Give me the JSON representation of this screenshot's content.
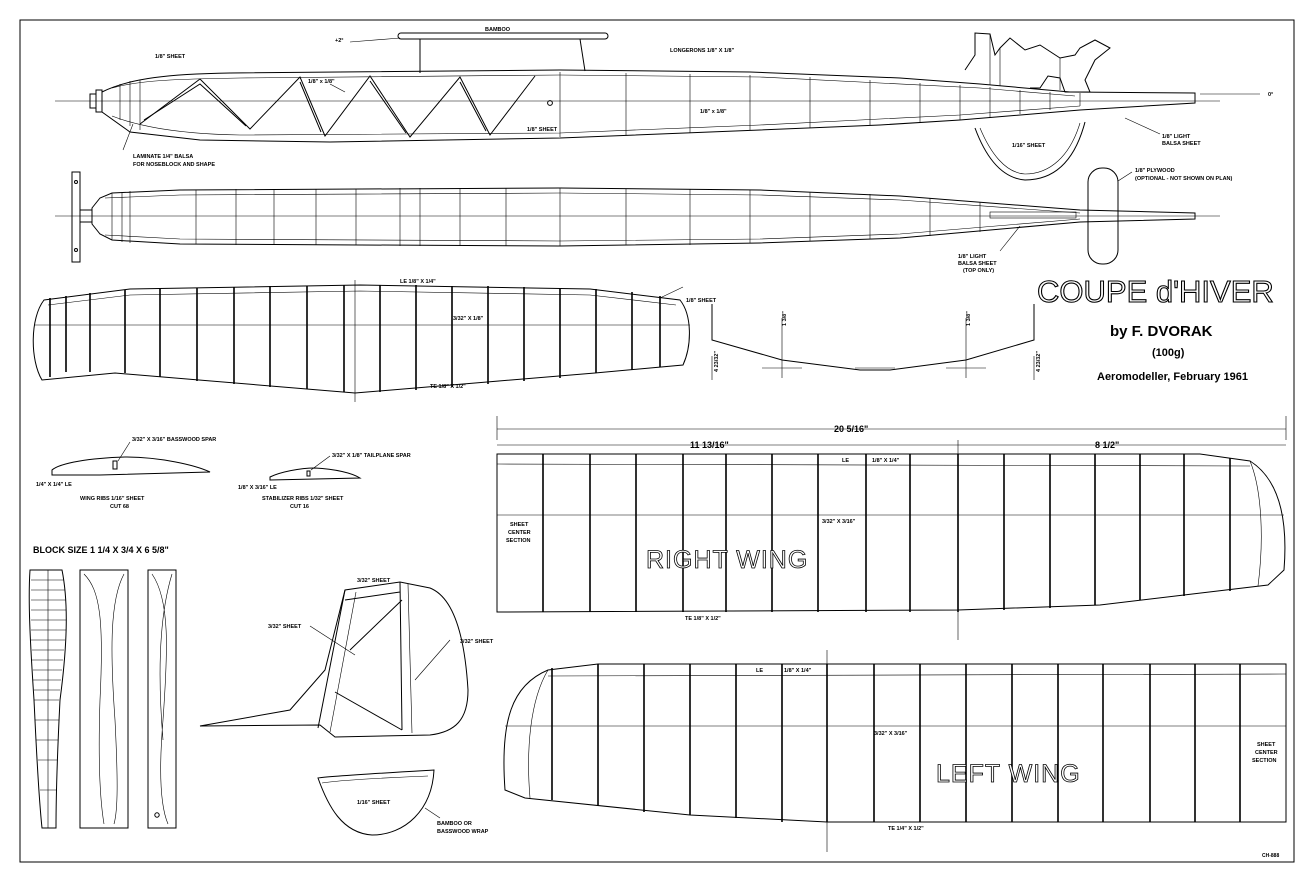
{
  "title": {
    "main": "COUPE d'HIVER",
    "by": "by F. DVORAK",
    "weight": "(100g)",
    "source": "Aeromodeller, February 1961"
  },
  "side_view": {
    "bamboo": "BAMBOO",
    "angle": "+2°",
    "longerons": "LONGERONS 1/8\" X 1/8\"",
    "nose_sheet": "1/8\" SHEET",
    "diagonals": "1/8\" x 1/8\"",
    "spacers": "1/8\" x 1/8\"",
    "rear_sheet": "1/8\" SHEET",
    "zero": "0°",
    "light_sheet_1": "1/8\" LIGHT",
    "light_sheet_2": "BALSA SHEET",
    "fin_sheet": "1/16\" SHEET",
    "laminate_1": "LAMINATE 1/4\" BALSA",
    "laminate_2": "FOR NOSEBLOCK AND SHAPE"
  },
  "top_view": {
    "plywood_1": "1/8\" PLYWOOD",
    "plywood_2": "(OPTIONAL - NOT SHOWN ON PLAN)",
    "sheet_1": "1/8\" LIGHT",
    "sheet_2": "BALSA SHEET",
    "sheet_3": "(TOP ONLY)"
  },
  "stab": {
    "le": "LE 1/8\" X 1/4\"",
    "tip_sheet": "1/8\" SHEET",
    "spar": "3/32\" X 1/8\"",
    "te": "TE 1/8\" X 1/2\""
  },
  "dihedral": {
    "left_outer": "4 23/32\"",
    "left_inner": "1 3/8\"",
    "right_inner": "1 3/8\"",
    "right_outer": "4 23/32\""
  },
  "ribs": {
    "wing_spar": "3/32\" X 3/16\" BASSWOOD SPAR",
    "wing_le": "1/4\" X 1/4\" LE",
    "wing_rib_1": "WING RIBS 1/16\" SHEET",
    "wing_rib_2": "CUT 68",
    "stab_spar": "3/32\" X 1/8\" TAILPLANE SPAR",
    "stab_le": "1/8\" X 3/16\" LE",
    "stab_rib_1": "STABILIZER RIBS 1/32\" SHEET",
    "stab_rib_2": "CUT 16"
  },
  "prop": {
    "block": "BLOCK SIZE 1 1/4 X 3/4 X 6 5/8\""
  },
  "fin": {
    "top": "3/32\" SHEET",
    "left": "3/32\" SHEET",
    "right": "3/32\" SHEET",
    "skid_sheet": "1/16\" SHEET",
    "skid_wrap_1": "BAMBOO OR",
    "skid_wrap_2": "BASSWOOD WRAP"
  },
  "right_wing": {
    "name": "RIGHT WING",
    "span_total": "20 5/16\"",
    "span_inner": "11 13/16\"",
    "span_outer": "8 1/2\"",
    "le": "LE",
    "le_size": "1/8\" X 1/4\"",
    "spar": "3/32\" X 3/16\"",
    "te": "TE 1/8\" X 1/2\"",
    "center_1": "SHEET",
    "center_2": "CENTER",
    "center_3": "SECTION"
  },
  "left_wing": {
    "name": "LEFT WING",
    "le": "LE",
    "le_size": "1/8\" X 1/4\"",
    "spar": "3/32\" X 3/16\"",
    "te": "TE 1/4\" X 1/2\"",
    "center_1": "SHEET",
    "center_2": "CENTER",
    "center_3": "SECTION"
  },
  "footer": {
    "code": "CH-888"
  }
}
